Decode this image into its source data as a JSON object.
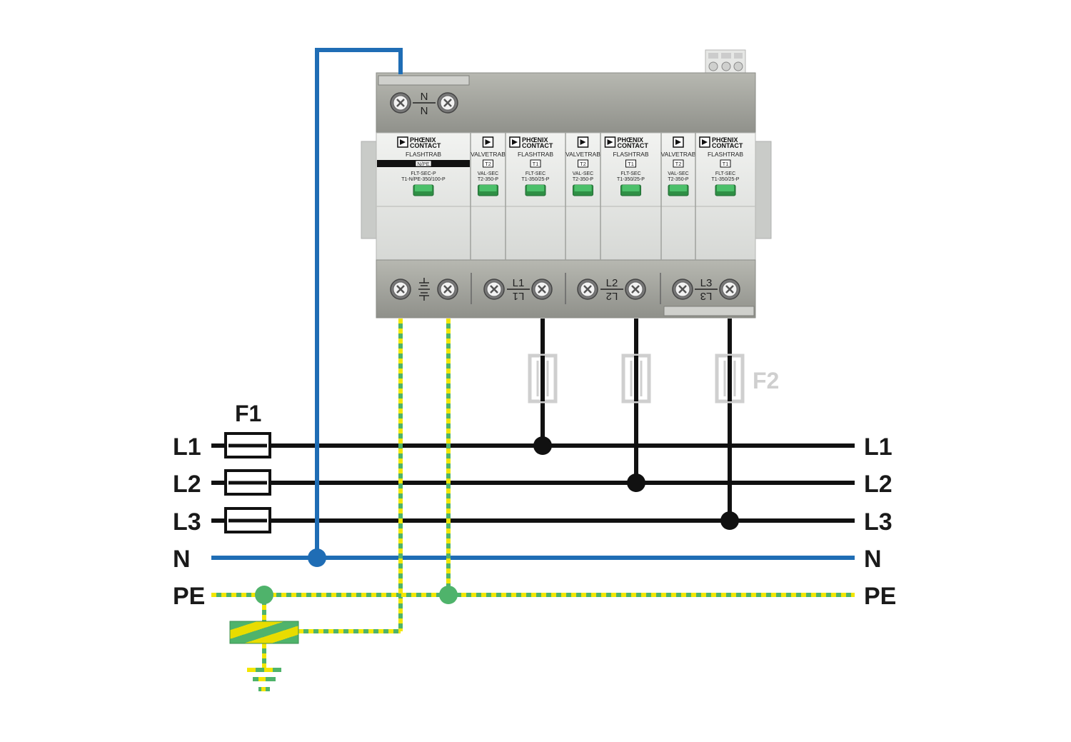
{
  "busbars": [
    {
      "id": "L1",
      "left_label": "L1",
      "right_label": "L1"
    },
    {
      "id": "L2",
      "left_label": "L2",
      "right_label": "L2"
    },
    {
      "id": "L3",
      "left_label": "L3",
      "right_label": "L3"
    },
    {
      "id": "N",
      "left_label": "N",
      "right_label": "N"
    },
    {
      "id": "PE",
      "left_label": "PE",
      "right_label": "PE"
    }
  ],
  "fuse_labels": {
    "f1": "F1",
    "f2": "F2"
  },
  "device": {
    "top_terminal": {
      "top": "N",
      "bottom": "N"
    },
    "bottom_terminals": [
      {
        "top": "L1",
        "bottom": "L1"
      },
      {
        "top": "L2",
        "bottom": "L2"
      },
      {
        "top": "L3",
        "bottom": "L3"
      }
    ],
    "modules": [
      {
        "brand": "PHŒNIX CONTACT",
        "series": "FLASHTRAB",
        "type": "N/PE",
        "model_1": "FLT-SEC-P",
        "model_2": "T1-N/PE-350/100-P"
      },
      {
        "brand": "",
        "series": "VALVETRAB",
        "type": "T2",
        "model_1": "VAL-SEC",
        "model_2": "T2-350-P"
      },
      {
        "brand": "PHŒNIX CONTACT",
        "series": "FLASHTRAB",
        "type": "T1",
        "model_1": "FLT-SEC",
        "model_2": "T1-350/25-P"
      },
      {
        "brand": "",
        "series": "VALVETRAB",
        "type": "T2",
        "model_1": "VAL-SEC",
        "model_2": "T2-350-P"
      },
      {
        "brand": "PHŒNIX CONTACT",
        "series": "FLASHTRAB",
        "type": "T1",
        "model_1": "FLT-SEC",
        "model_2": "T1-350/25-P"
      },
      {
        "brand": "",
        "series": "VALVETRAB",
        "type": "T2",
        "model_1": "VAL-SEC",
        "model_2": "T2-350-P"
      },
      {
        "brand": "PHŒNIX CONTACT",
        "series": "FLASHTRAB",
        "type": "T1",
        "model_1": "FLT-SEC",
        "model_2": "T1-350/25-P"
      }
    ]
  },
  "colors": {
    "phase": "#111111",
    "neutral": "#1f6db5",
    "pe_green": "#4fb36b",
    "pe_yellow": "#f3e600",
    "housing": "#a3a39b",
    "housing_light": "#d9dbd8",
    "indicator": "#3aa856",
    "fuse_f2": "#cfcfcf"
  }
}
